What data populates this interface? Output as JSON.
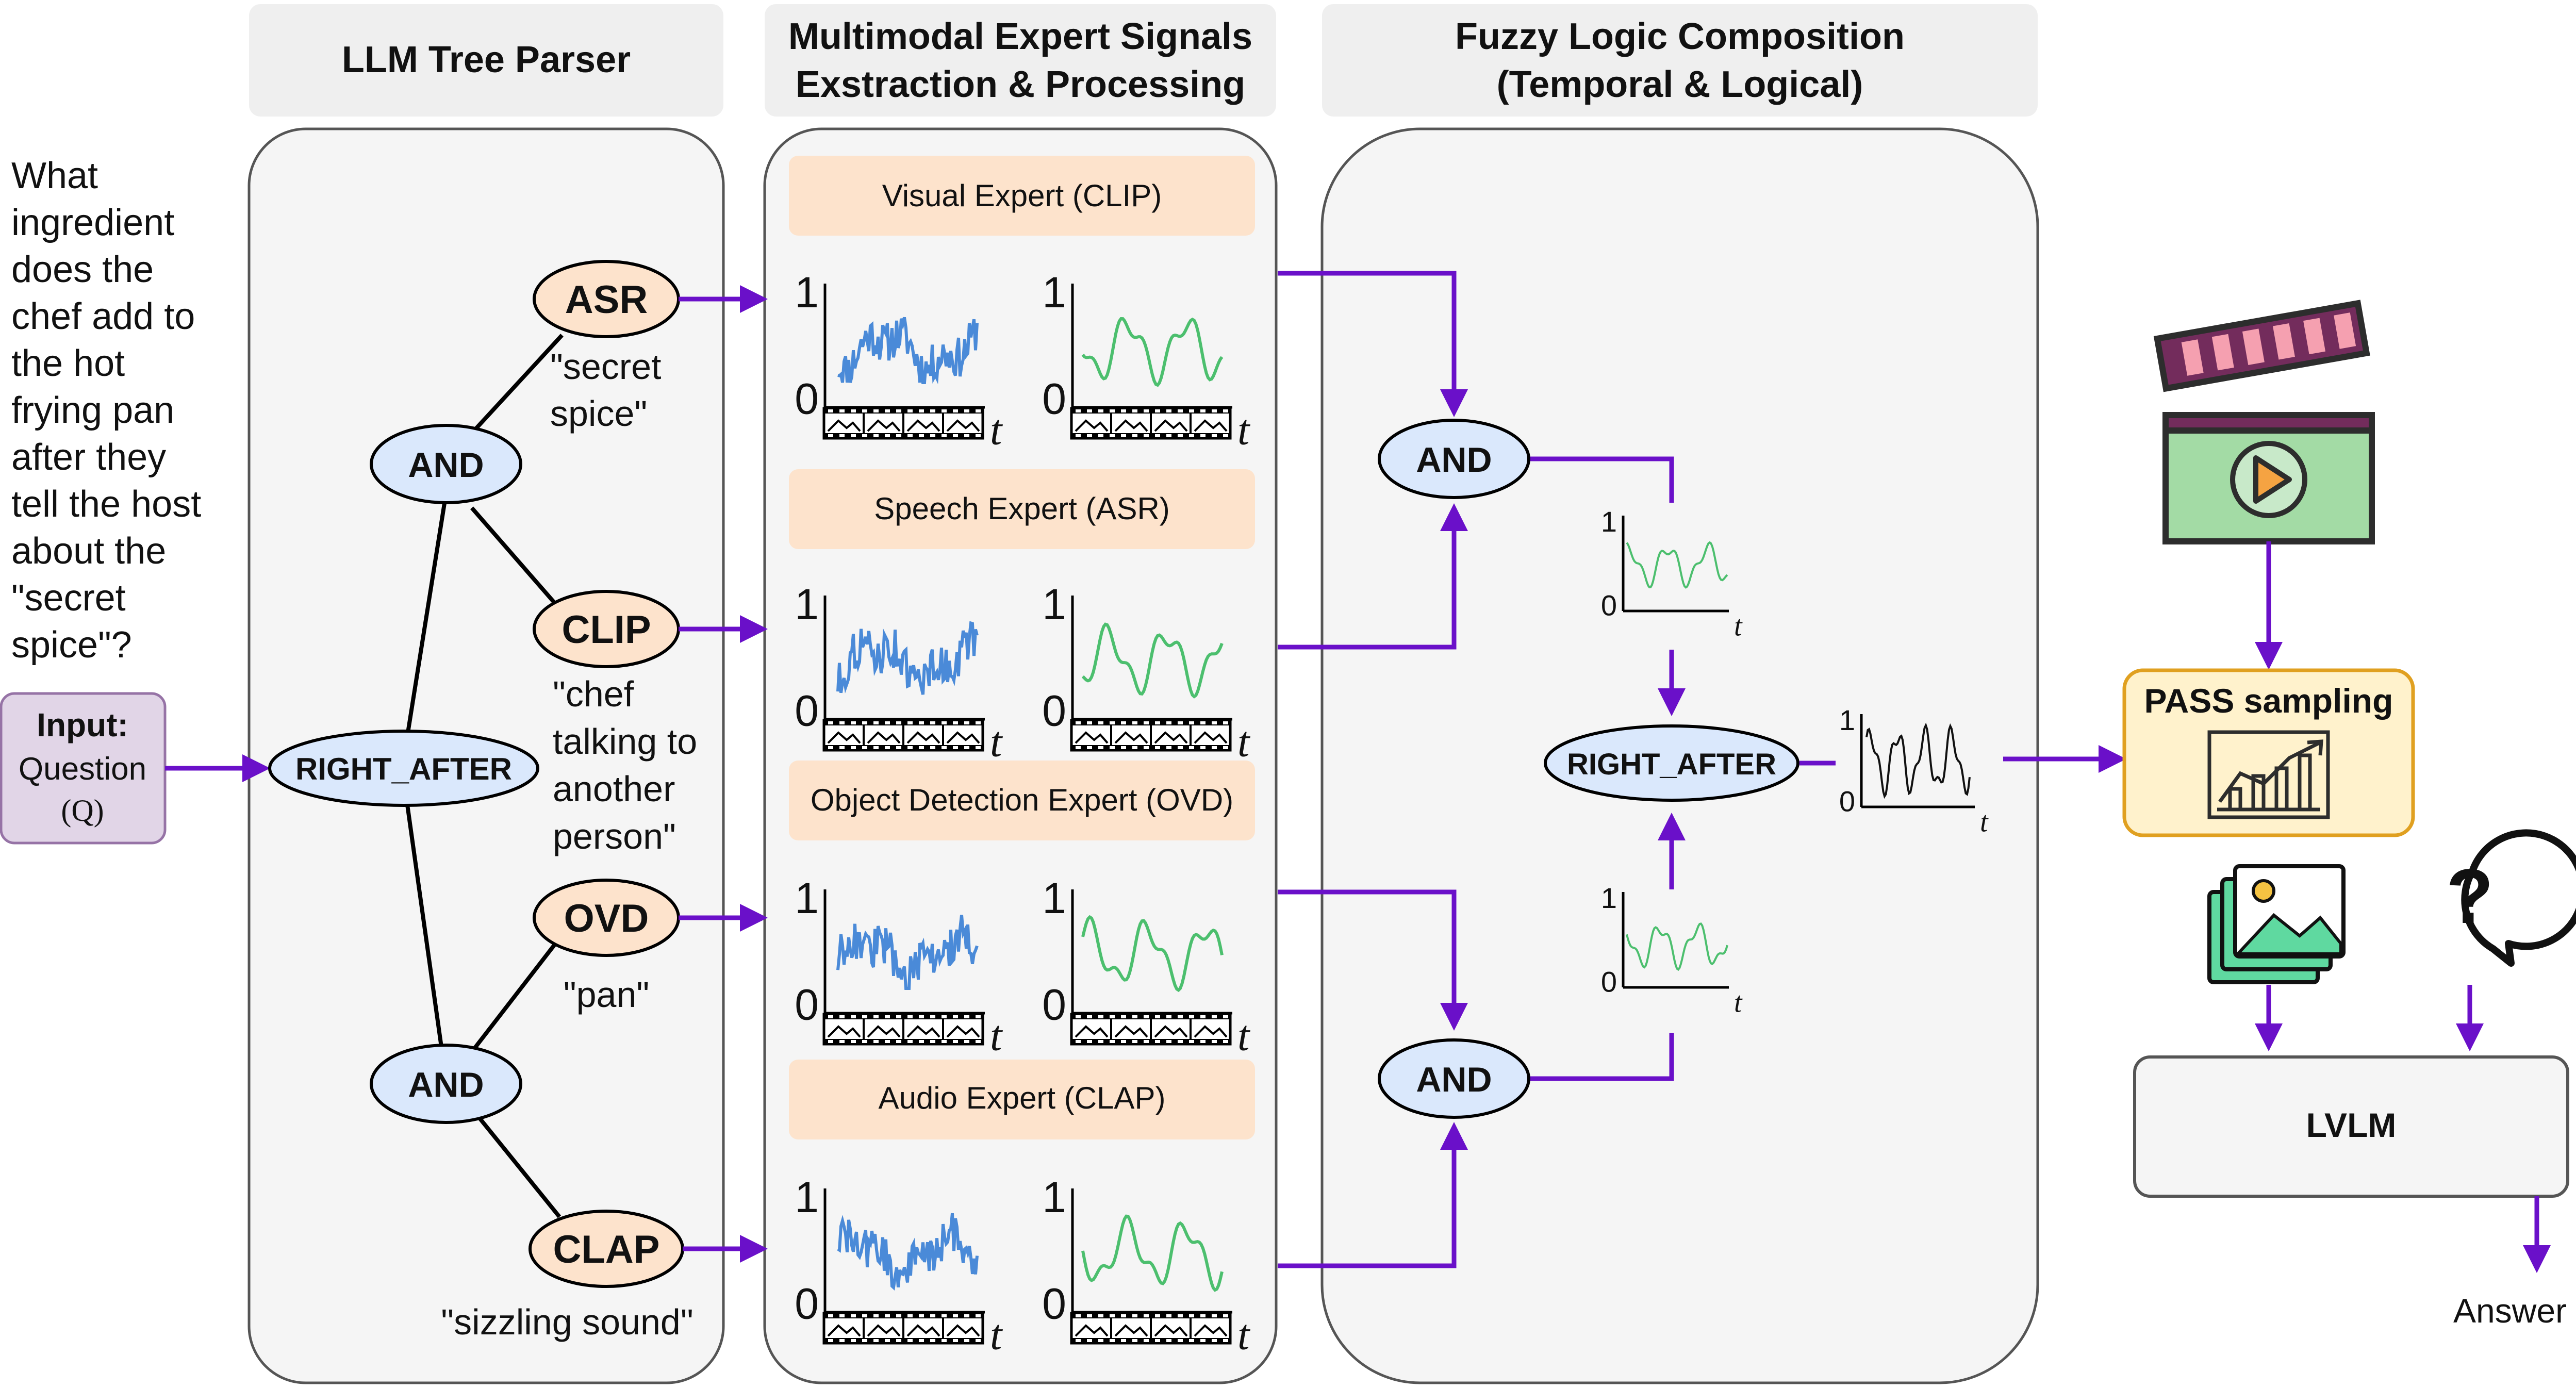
{
  "colors": {
    "panel_fill": "#f5f5f5",
    "panel_stroke": "#555555",
    "header_fill": "#efefef",
    "expert_box_fill": "#fde3cc",
    "oval_blue": "#dae8fc",
    "oval_orange": "#fde3cc",
    "arrow_purple": "#6a10c9",
    "input_fill": "#e1d5e7",
    "input_stroke": "#9673a6",
    "pass_fill": "#fff2cc",
    "pass_stroke": "#e0a020",
    "signal_blue": "#4a8ad8",
    "signal_green": "#4cbf6e",
    "signal_black": "#111111"
  },
  "headers": {
    "tree_parser": "LLM Tree Parser",
    "experts_line1": "Multimodal Expert Signals",
    "experts_line2": "Exstraction & Processing",
    "fuzzy_line1": "Fuzzy Logic Composition",
    "fuzzy_line2": "(Temporal & Logical)"
  },
  "question_lines": [
    "What",
    "ingredient",
    "does the",
    "chef add to",
    "the hot",
    "frying pan",
    "after they",
    "tell the host",
    "about the",
    "\"secret",
    "spice\"?"
  ],
  "input_box": {
    "title": "Input:",
    "line2": "Question",
    "line3": "(Q)"
  },
  "tree": {
    "root": "RIGHT_AFTER",
    "and_top": "AND",
    "and_bottom": "AND",
    "leaves": [
      {
        "label": "ASR",
        "query_lines": [
          "\"secret",
          "spice\""
        ]
      },
      {
        "label": "CLIP",
        "query_lines": [
          "\"chef",
          "talking to",
          "another",
          "person\""
        ]
      },
      {
        "label": "OVD",
        "query_lines": [
          "\"pan\""
        ]
      },
      {
        "label": "CLAP",
        "query_lines": [
          "\"sizzling sound\""
        ]
      }
    ]
  },
  "experts": [
    "Visual Expert (CLIP)",
    "Speech Expert (ASR)",
    "Object Detection Expert (OVD)",
    "Audio Expert (CLAP)"
  ],
  "axis": {
    "one": "1",
    "zero": "0",
    "t": "t"
  },
  "fuzzy": {
    "and_top": "AND",
    "and_bottom": "AND",
    "right_after": "RIGHT_AFTER"
  },
  "pipeline": {
    "pass_sampling": "PASS sampling",
    "lvlm": "LVLM",
    "answer": "Answer",
    "question_mark": "?"
  },
  "icons": [
    "clapperboard-icon",
    "growth-chart-icon",
    "image-stack-icon",
    "question-bubble-icon"
  ]
}
